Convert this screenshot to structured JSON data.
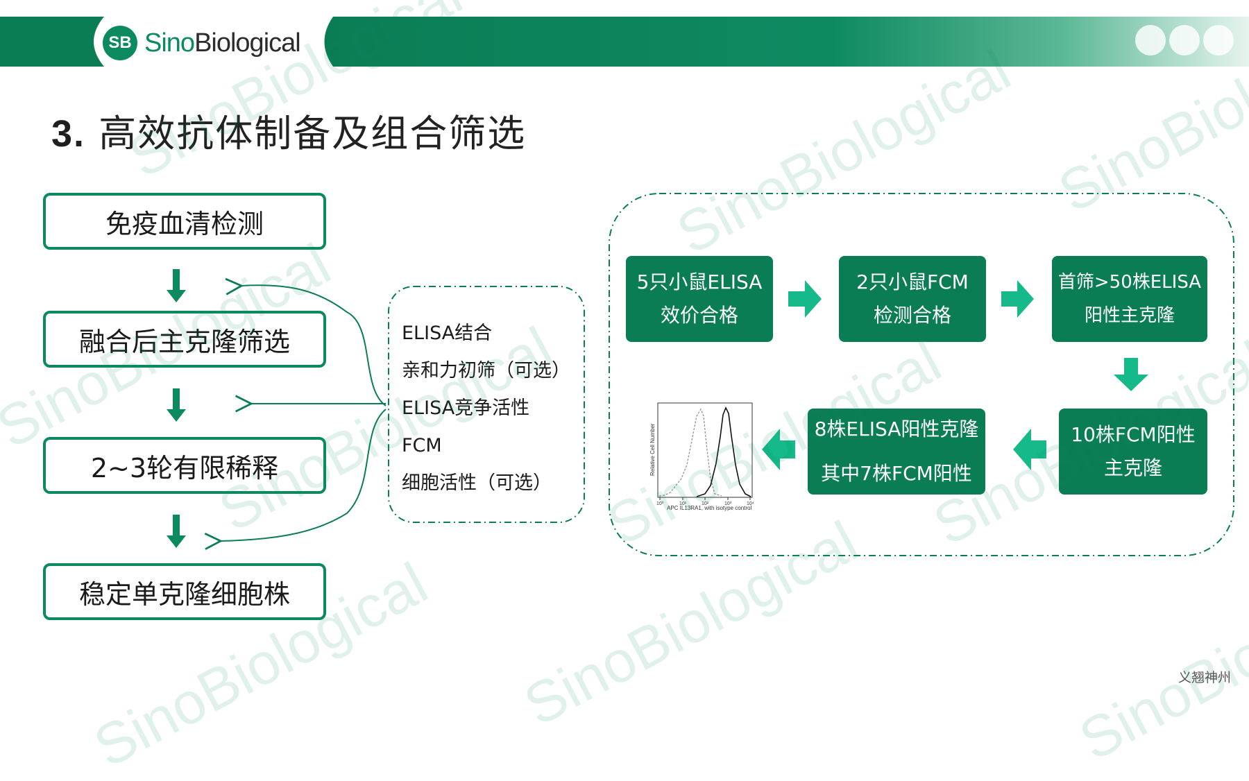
{
  "brand": {
    "mark": "SB",
    "name_accent": "Sino",
    "name_rest": "Biological"
  },
  "title": {
    "number": "3.",
    "text": "高效抗体制备及组合筛选"
  },
  "workflow_steps": [
    "免疫血清检测",
    "融合后主克隆筛选",
    "2~3轮有限稀释",
    "稳定单克隆细胞株"
  ],
  "assays": [
    "ELISA结合",
    "亲和力初筛（可选）",
    "ELISA竞争活性",
    "FCM",
    "细胞活性（可选）"
  ],
  "screening_boxes": [
    {
      "line1": "5只小鼠ELISA",
      "line2": "效价合格"
    },
    {
      "line1": "2只小鼠FCM",
      "line2": "检测合格"
    },
    {
      "line1": "首筛>50株ELISA",
      "line2": "阳性主克隆"
    },
    {
      "line1": "10株FCM阳性",
      "line2": "主克隆"
    },
    {
      "line1": "8株ELISA阳性克隆",
      "line2": "其中7株FCM阳性"
    }
  ],
  "histogram": {
    "ylabel": "Relative Cell Number",
    "xlabel": "APC IL13RA1, with isotype control",
    "ticks": [
      "10⁰",
      "10¹",
      "10²",
      "10³",
      "10⁴"
    ]
  },
  "watermark": "SinoBiological",
  "footer": "义翘神州",
  "colors": {
    "primary": "#0b7d55",
    "accent_arrow": "#16b98a",
    "text": "#1a1a1a"
  }
}
